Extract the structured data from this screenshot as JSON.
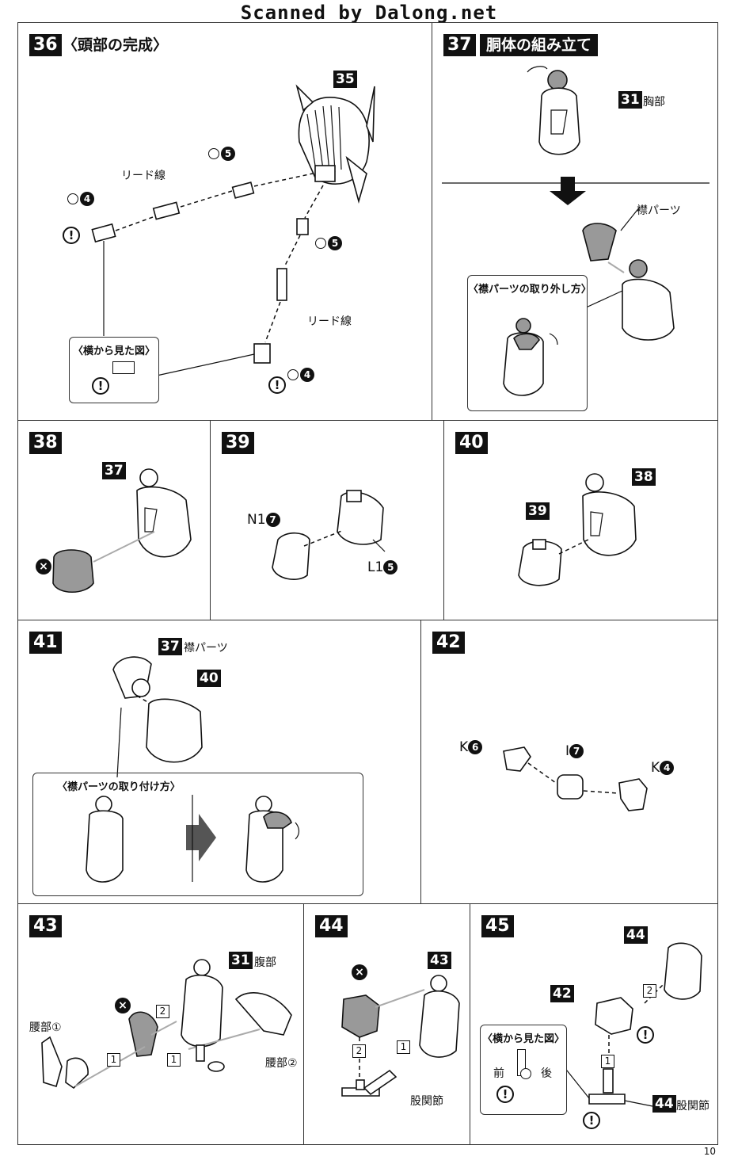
{
  "header": "Scanned by Dalong.net",
  "page_number": "10",
  "steps": {
    "s36": {
      "num": "36",
      "title": "〈頭部の完成〉",
      "part35": "35",
      "lead_wire_1": "リード線",
      "lead_wire_2": "リード線",
      "o5": "5",
      "o4": "4",
      "side_view": "〈横から見た図〉"
    },
    "s37": {
      "num": "37",
      "title": "胴体の組み立て",
      "part31": "31",
      "chest": "胸部",
      "collar": "襟パーツ",
      "removal": "〈襟パーツの取り外し方〉"
    },
    "s38": {
      "num": "38",
      "part37": "37"
    },
    "s39": {
      "num": "39",
      "n1": "N1",
      "n1_num": "7",
      "l1": "L1",
      "l1_num": "5"
    },
    "s40": {
      "num": "40",
      "part38": "38",
      "part39": "39"
    },
    "s41": {
      "num": "41",
      "part37": "37",
      "collar": "襟パーツ",
      "part40": "40",
      "attach": "〈襟パーツの取り付け方〉"
    },
    "s42": {
      "num": "42",
      "k6": "K",
      "k6_num": "6",
      "i7": "I",
      "i7_num": "7",
      "k4": "K",
      "k4_num": "4"
    },
    "s43": {
      "num": "43",
      "part31": "31",
      "abdomen": "腹部",
      "waist1": "腰部①",
      "waist2": "腰部②",
      "one": "1",
      "two": "2"
    },
    "s44": {
      "num": "44",
      "part43": "43",
      "hip": "股関節",
      "one": "1",
      "two": "2"
    },
    "s45": {
      "num": "45",
      "part44a": "44",
      "part42": "42",
      "part44b": "44",
      "hip": "股関節",
      "side_view": "〈横から見た図〉",
      "front": "前",
      "back": "後",
      "one": "1",
      "two": "2"
    }
  },
  "warn_symbol": "!",
  "x_symbol": "×"
}
